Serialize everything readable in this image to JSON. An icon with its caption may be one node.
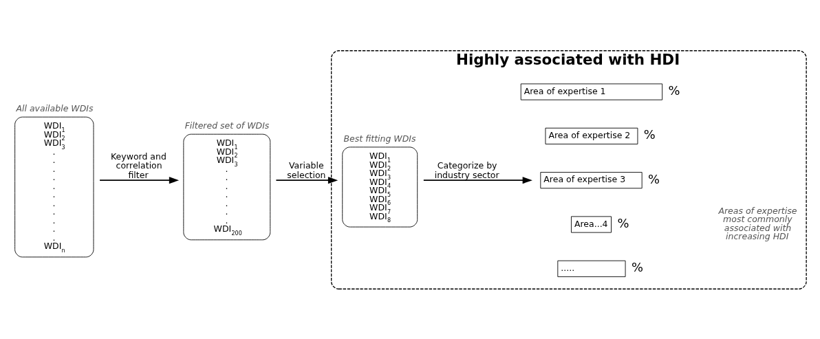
{
  "diagram": {
    "nodes": [
      {
        "text": [
          "Highly associated with HDI"
        ]
      },
      {
        "text": [
          "All available WDIs",
          "WDI$_{1}$ WDI$_{2}$ WDI$_{3}$ . . . . . . . . . . . WDI$_{n}$"
        ]
      },
      {
        "text": [
          "Filtered set of WDIs",
          "WDI$_{1}$ WDI$_{2}$ WDI$_{3}$ . . . . . . . WDI$_{200}$"
        ]
      },
      {
        "text": [
          "Best fitting WDIs",
          "WDI$_{1}$ WDI$_{2}$ WDI$_{3}$ WDI$_{4}$ WDI$_{5}$ WDI$_{6}$ WDI$_{7}$ WDI$_{8}$"
        ],
        "in": 0
      },
      {
        "text": [
          "Area of expertise 1"
        ],
        "beside": [
          "%"
        ],
        "in": 0
      },
      {
        "text": [
          "Area of expertise 2"
        ],
        "beside": [
          "%"
        ],
        "in": 0
      },
      {
        "text": [
          "Area of expertise 3"
        ],
        "beside": [
          "%"
        ],
        "in": 0
      },
      {
        "text": [
          "Area...4"
        ],
        "beside": [
          "%"
        ],
        "in": 0
      },
      {
        "text": [
          "....."
        ],
        "beside": [
          "%"
        ],
        "in": 0
      }
    ],
    "edges": [
      {
        "from": 1,
        "to": 2,
        "arrow": "to",
        "label": "Keyword and correlation filter"
      },
      {
        "from": 2,
        "to": 3,
        "arrow": "to",
        "label": "Variable selection"
      },
      {
        "from": 3,
        "to": 6,
        "arrow": "to",
        "label": "Categorize by industry sector"
      }
    ],
    "labels": [
      "Areas of expertise most commonly associated with increasing HDI"
    ]
  }
}
